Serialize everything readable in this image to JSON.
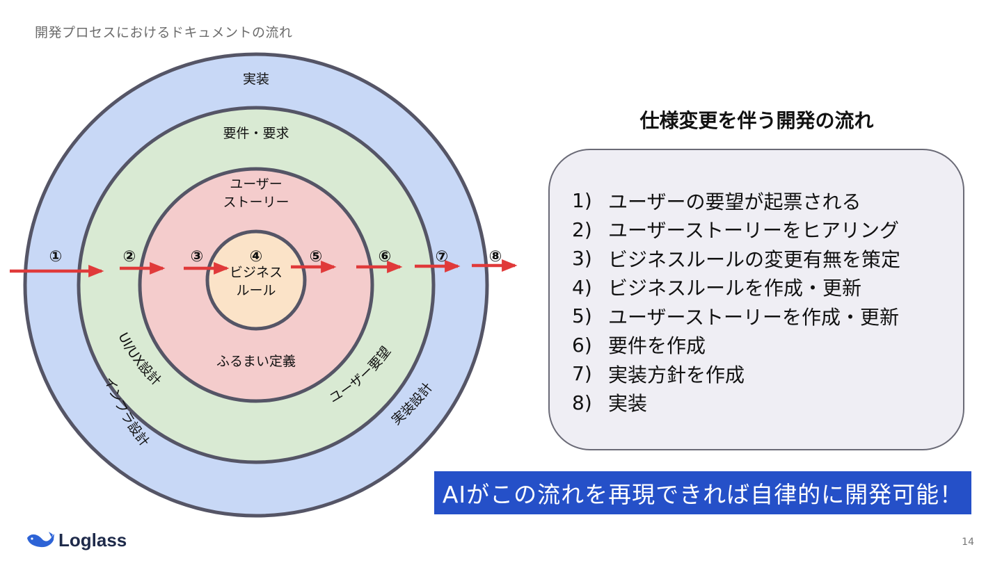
{
  "breadcrumb": "開発プロセスにおけるドキュメントの流れ",
  "diagram": {
    "rings": {
      "outer_label": "実装",
      "second_label": "要件・要求",
      "third_label": [
        "ユーザー",
        "ストーリー"
      ],
      "center_label": [
        "ビジネス",
        "ルール"
      ]
    },
    "curved_labels": {
      "infra": "インフラ設計",
      "uiux": "UI/UX設計",
      "user_request": "ユーザー要望",
      "impl_design": "実装設計",
      "behavior": "ふるまい定義"
    },
    "markers": [
      "①",
      "②",
      "③",
      "④",
      "⑤",
      "⑥",
      "⑦",
      "⑧"
    ],
    "colors": {
      "outer": "#c8d8f6",
      "second": "#d9ead3",
      "third": "#f4cccc",
      "center": "#fbe3c8",
      "ring_border": "#555566",
      "arrow": "#e03a3a"
    }
  },
  "side_title": "仕様変更を伴う開発の流れ",
  "steps": [
    {
      "num": "1)",
      "text": "ユーザーの要望が起票される"
    },
    {
      "num": "2)",
      "text": "ユーザーストーリーをヒアリング"
    },
    {
      "num": "3)",
      "text": "ビジネスルールの変更有無を策定"
    },
    {
      "num": "4)",
      "text": "ビジネスルールを作成・更新"
    },
    {
      "num": "5)",
      "text": "ユーザーストーリーを作成・更新"
    },
    {
      "num": "6)",
      "text": "要件を作成"
    },
    {
      "num": "7)",
      "text": "実装方針を作成"
    },
    {
      "num": "8)",
      "text": "実装"
    }
  ],
  "banner": "AIがこの流れを再現できれば自律的に開発可能！",
  "logo": {
    "text": "Loglass",
    "icon": "whale-logo-icon",
    "color": "#2d63d6"
  },
  "page_number": "14"
}
